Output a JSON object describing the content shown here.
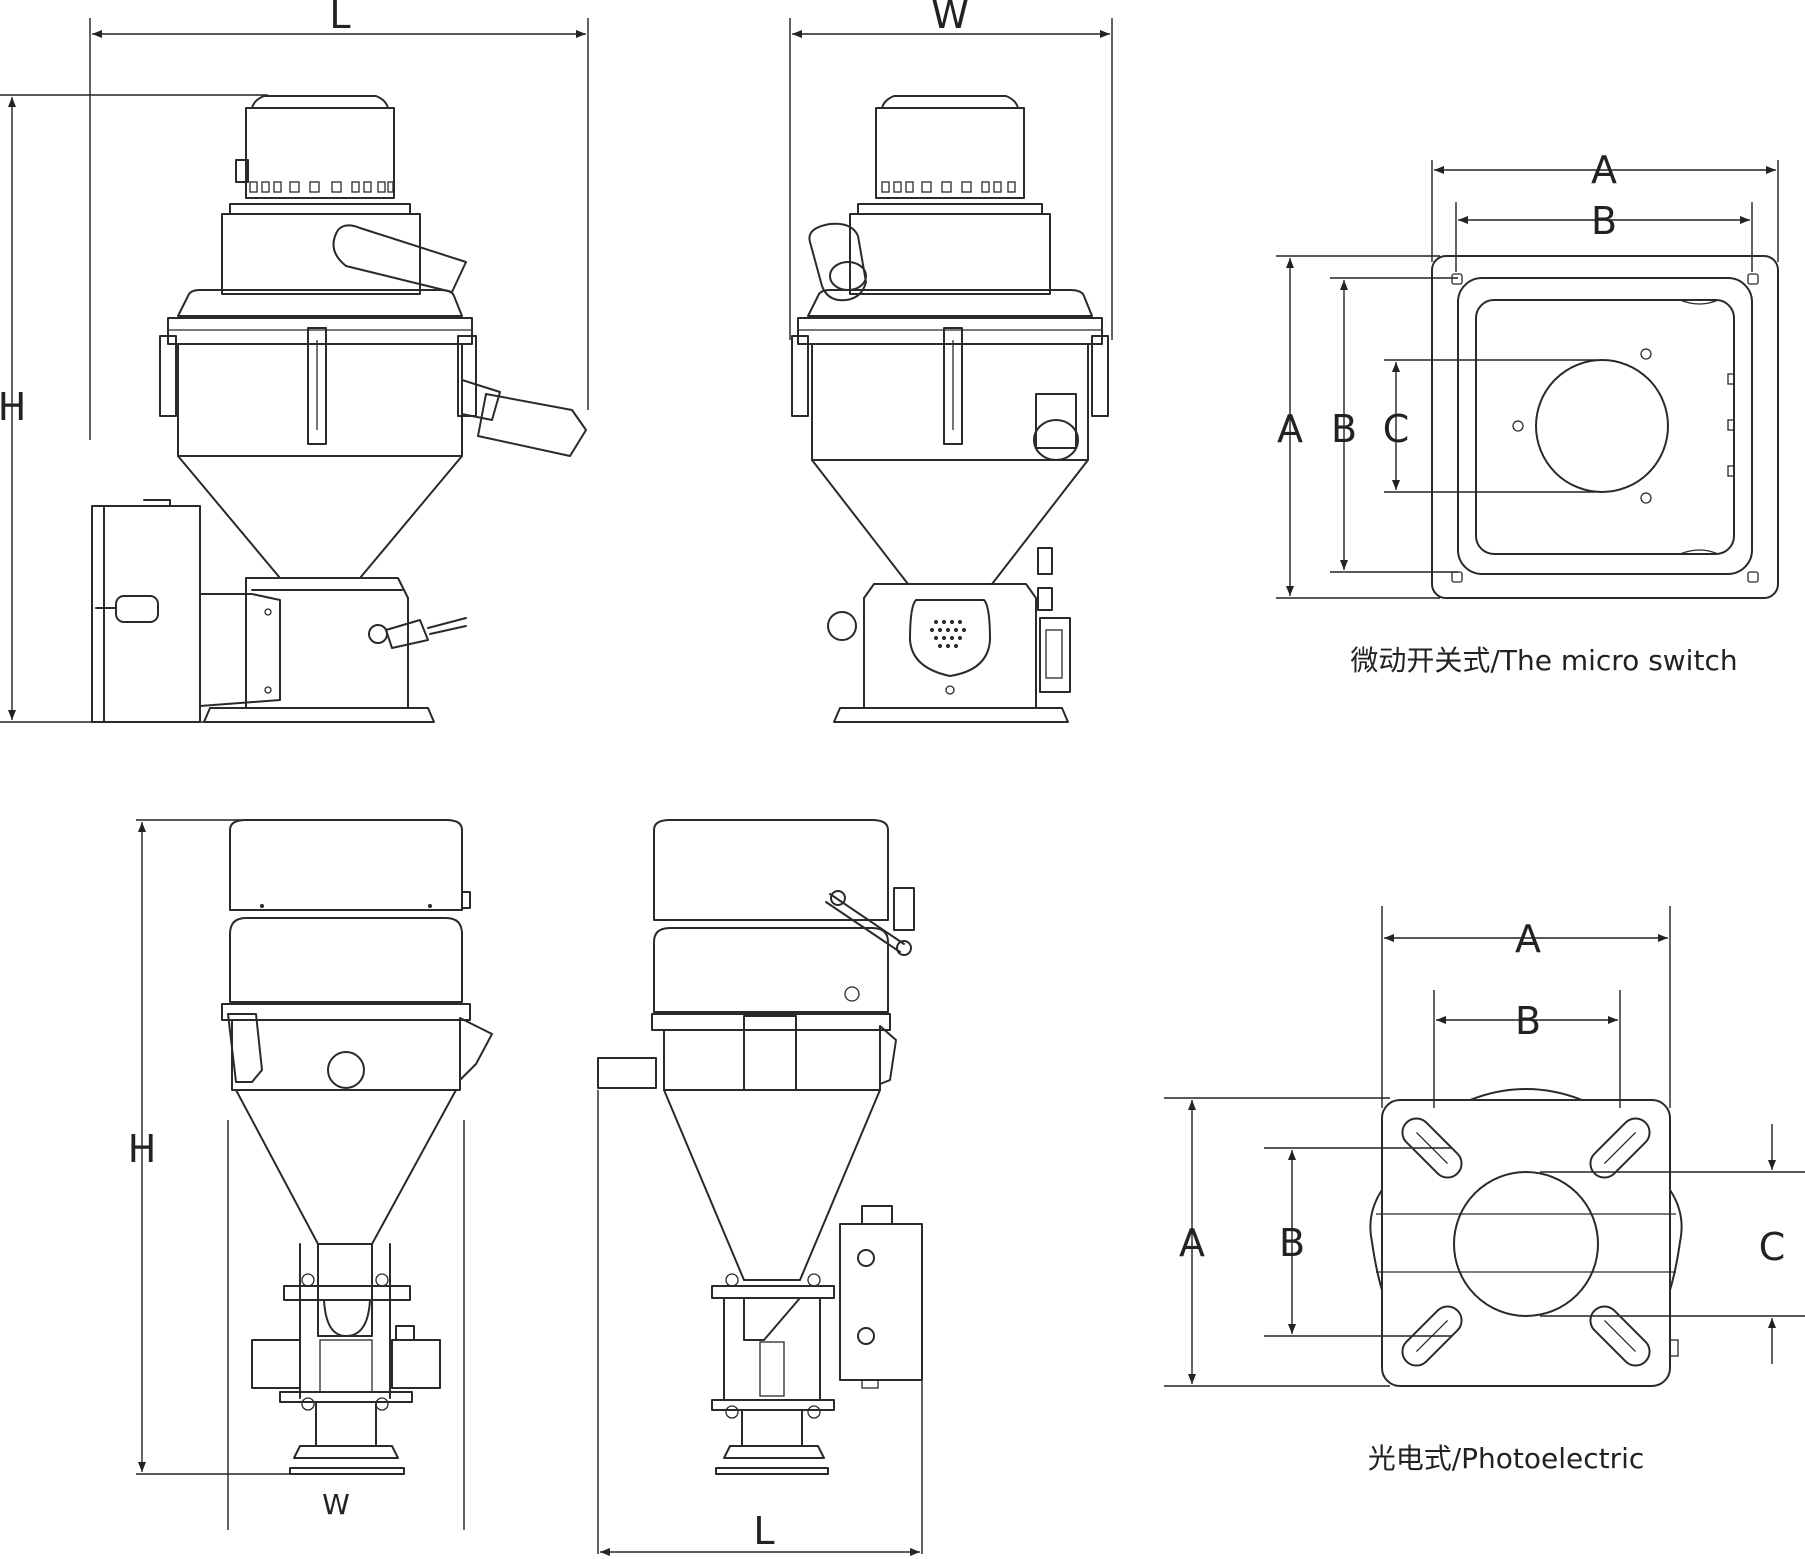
{
  "view1": {
    "dim_top": "L",
    "dim_left": "H"
  },
  "view2": {
    "dim_top": "W"
  },
  "micro_switch": {
    "dim_a_top": "A",
    "dim_b_top": "B",
    "dim_a_left": "A",
    "dim_b_left": "B",
    "dim_c_left": "C",
    "caption": "微动开关式/The micro switch"
  },
  "view3": {
    "dim_left": "H",
    "dim_bottom": "W"
  },
  "view4": {
    "dim_bottom": "L"
  },
  "photoelectric": {
    "dim_a_top": "A",
    "dim_b_top": "B",
    "dim_a_left": "A",
    "dim_b_left": "B",
    "dim_c_right": "C",
    "caption": "光电式/Photoelectric"
  }
}
